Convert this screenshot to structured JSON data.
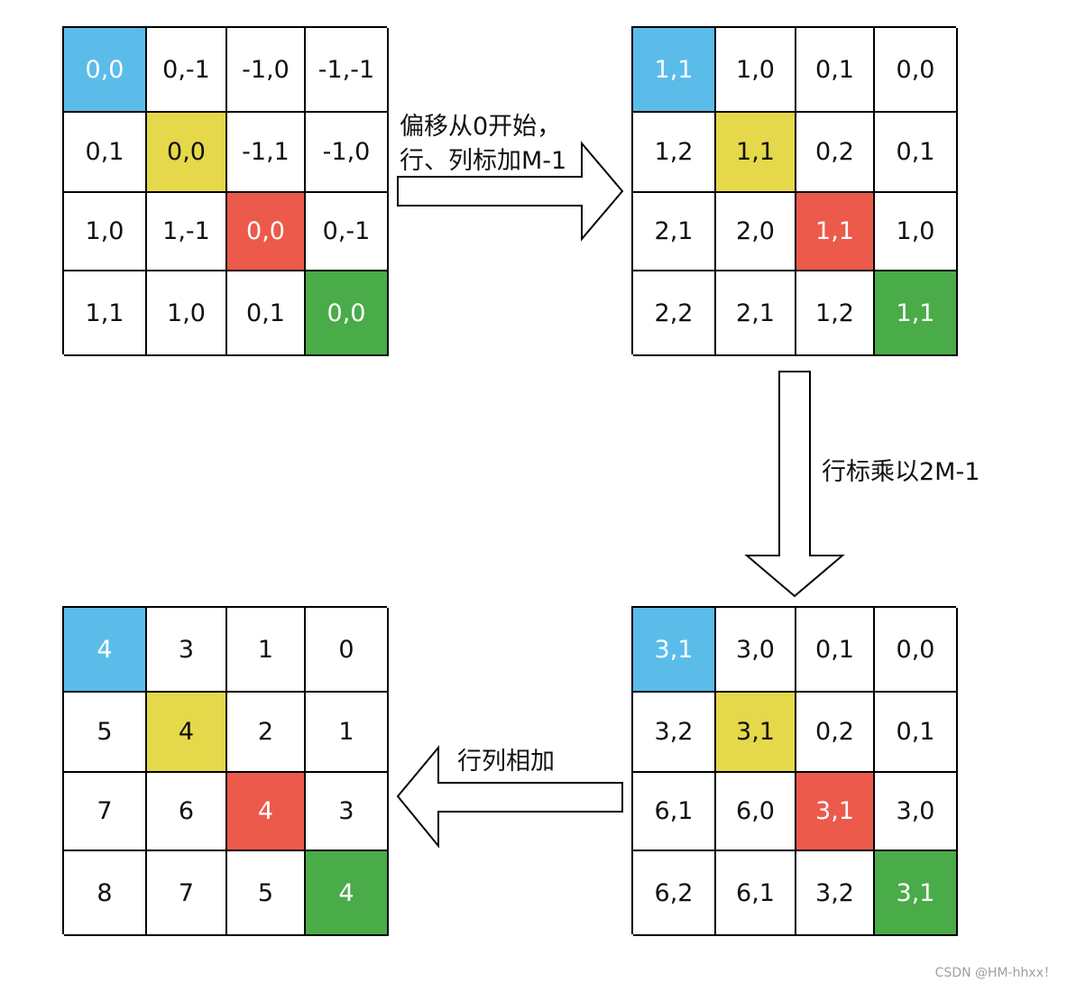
{
  "matrices": [
    {
      "id": "m1",
      "cells": [
        [
          {
            "t": "0,0",
            "c": "blue"
          },
          {
            "t": "0,-1",
            "c": ""
          },
          {
            "t": "-1,0",
            "c": ""
          },
          {
            "t": "-1,-1",
            "c": ""
          }
        ],
        [
          {
            "t": "0,1",
            "c": ""
          },
          {
            "t": "0,0",
            "c": "yellow"
          },
          {
            "t": "-1,1",
            "c": ""
          },
          {
            "t": "-1,0",
            "c": ""
          }
        ],
        [
          {
            "t": "1,0",
            "c": ""
          },
          {
            "t": "1,-1",
            "c": ""
          },
          {
            "t": "0,0",
            "c": "red"
          },
          {
            "t": "0,-1",
            "c": ""
          }
        ],
        [
          {
            "t": "1,1",
            "c": ""
          },
          {
            "t": "1,0",
            "c": ""
          },
          {
            "t": "0,1",
            "c": ""
          },
          {
            "t": "0,0",
            "c": "green"
          }
        ]
      ]
    },
    {
      "id": "m2",
      "cells": [
        [
          {
            "t": "1,1",
            "c": "blue"
          },
          {
            "t": "1,0",
            "c": ""
          },
          {
            "t": "0,1",
            "c": ""
          },
          {
            "t": "0,0",
            "c": ""
          }
        ],
        [
          {
            "t": "1,2",
            "c": ""
          },
          {
            "t": "1,1",
            "c": "yellow"
          },
          {
            "t": "0,2",
            "c": ""
          },
          {
            "t": "0,1",
            "c": ""
          }
        ],
        [
          {
            "t": "2,1",
            "c": ""
          },
          {
            "t": "2,0",
            "c": ""
          },
          {
            "t": "1,1",
            "c": "red"
          },
          {
            "t": "1,0",
            "c": ""
          }
        ],
        [
          {
            "t": "2,2",
            "c": ""
          },
          {
            "t": "2,1",
            "c": ""
          },
          {
            "t": "1,2",
            "c": ""
          },
          {
            "t": "1,1",
            "c": "green"
          }
        ]
      ]
    },
    {
      "id": "m3",
      "cells": [
        [
          {
            "t": "3,1",
            "c": "blue"
          },
          {
            "t": "3,0",
            "c": ""
          },
          {
            "t": "0,1",
            "c": ""
          },
          {
            "t": "0,0",
            "c": ""
          }
        ],
        [
          {
            "t": "3,2",
            "c": ""
          },
          {
            "t": "3,1",
            "c": "yellow"
          },
          {
            "t": "0,2",
            "c": ""
          },
          {
            "t": "0,1",
            "c": ""
          }
        ],
        [
          {
            "t": "6,1",
            "c": ""
          },
          {
            "t": "6,0",
            "c": ""
          },
          {
            "t": "3,1",
            "c": "red"
          },
          {
            "t": "3,0",
            "c": ""
          }
        ],
        [
          {
            "t": "6,2",
            "c": ""
          },
          {
            "t": "6,1",
            "c": ""
          },
          {
            "t": "3,2",
            "c": ""
          },
          {
            "t": "3,1",
            "c": "green"
          }
        ]
      ]
    },
    {
      "id": "m4",
      "cells": [
        [
          {
            "t": "4",
            "c": "blue"
          },
          {
            "t": "3",
            "c": ""
          },
          {
            "t": "1",
            "c": ""
          },
          {
            "t": "0",
            "c": ""
          }
        ],
        [
          {
            "t": "5",
            "c": ""
          },
          {
            "t": "4",
            "c": "yellow"
          },
          {
            "t": "2",
            "c": ""
          },
          {
            "t": "1",
            "c": ""
          }
        ],
        [
          {
            "t": "7",
            "c": ""
          },
          {
            "t": "6",
            "c": ""
          },
          {
            "t": "4",
            "c": "red"
          },
          {
            "t": "3",
            "c": ""
          }
        ],
        [
          {
            "t": "8",
            "c": ""
          },
          {
            "t": "7",
            "c": ""
          },
          {
            "t": "5",
            "c": ""
          },
          {
            "t": "4",
            "c": "green"
          }
        ]
      ]
    }
  ],
  "captions": {
    "right_line1": "偏移从0开始，",
    "right_line2": "行、列标加M-1",
    "down": "行标乘以2M-1",
    "left": "行列相加"
  },
  "colors": {
    "blue": "#5bbcea",
    "yellow": "#e5d84a",
    "red": "#ec5a4b",
    "green": "#4aab49"
  },
  "watermark": "CSDN @HM-hhxx！"
}
